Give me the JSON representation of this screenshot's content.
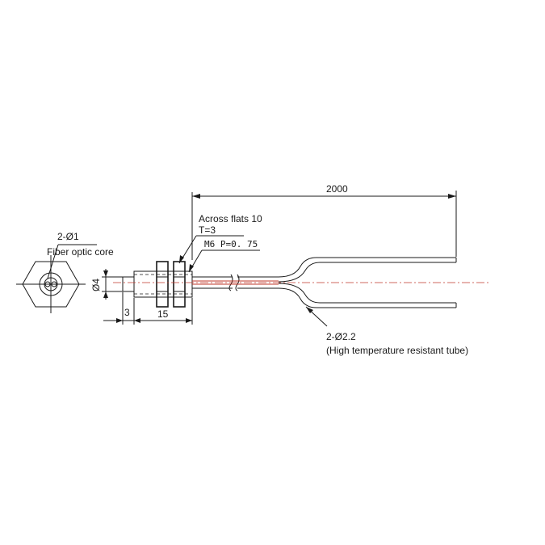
{
  "dimensions": {
    "cable_length": "2000",
    "across_flats": "Across flats 10",
    "nut_thickness": "T=3",
    "thread": "M6 P=0. 75",
    "diameter_body": "Ø4",
    "tip_length": "3",
    "thread_length": "15",
    "fiber_count_dia": "2-Ø1",
    "fiber_core_label": "Fiber optic core",
    "tube_count_dia": "2-Ø2.2",
    "tube_desc": "(High temperature resistant tube)"
  },
  "colors": {
    "line": "#1a1a1a",
    "centerline": "#c0392b"
  }
}
